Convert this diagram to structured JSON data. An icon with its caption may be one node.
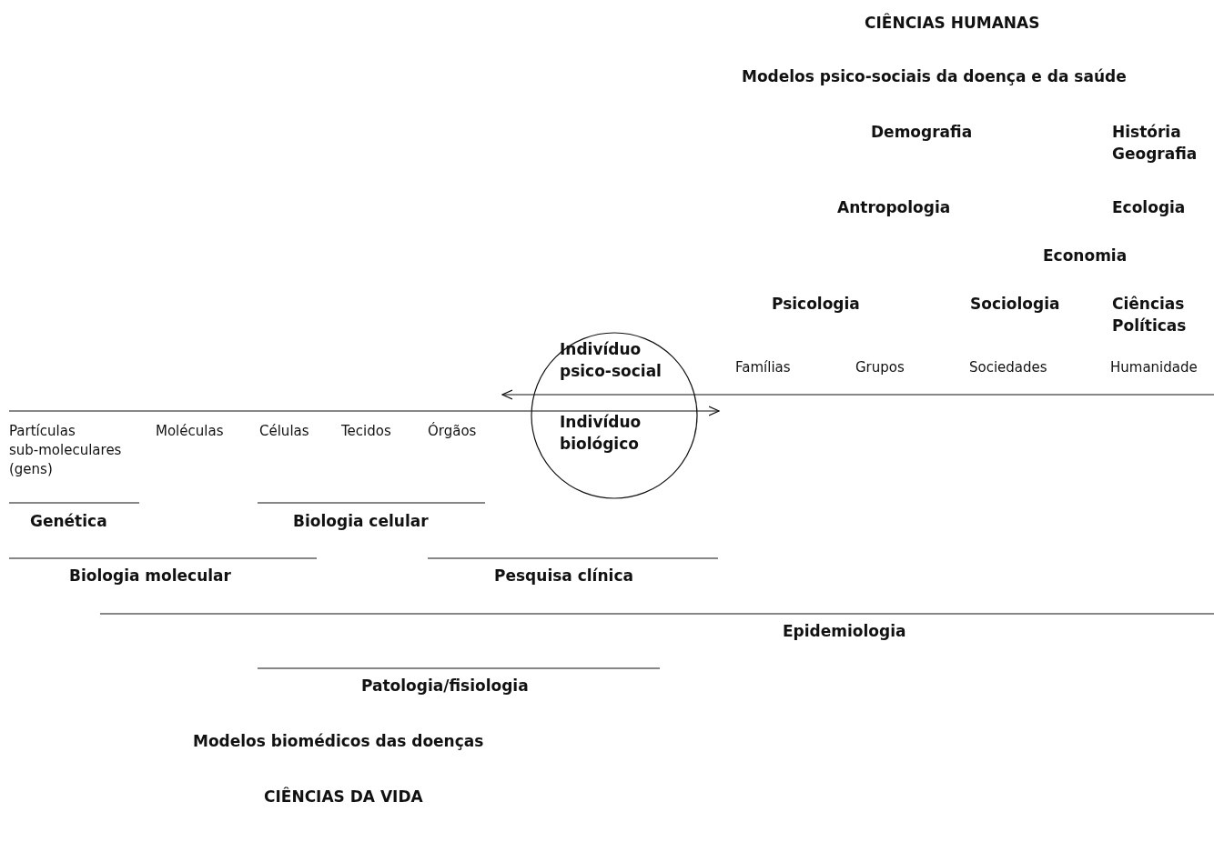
{
  "diagram": {
    "nodes": [
      {
        "text": [
          "Indivíduo psico-social",
          "Indivíduo biológico"
        ]
      }
    ],
    "labels": [
      "CIÊNCIAS HUMANAS",
      "Modelos psico-sociais da doença e da saúde",
      "Demografia",
      "História Geografia",
      "Antropologia",
      "Ecologia",
      "Economia",
      "Psicologia",
      "Sociologia",
      "Ciências Políticas",
      "Famílias",
      "Grupos",
      "Sociedades",
      "Humanidade",
      "Partículas sub-moleculares (gens)",
      "Moléculas",
      "Células",
      "Tecidos",
      "Órgãos",
      "Genética",
      "Biologia celular",
      "Biologia molecular",
      "Pesquisa clínica",
      "Epidemiologia",
      "Patologia/fisiologia",
      "Modelos biomédicos das doenças",
      "CIÊNCIAS DA VIDA"
    ]
  }
}
